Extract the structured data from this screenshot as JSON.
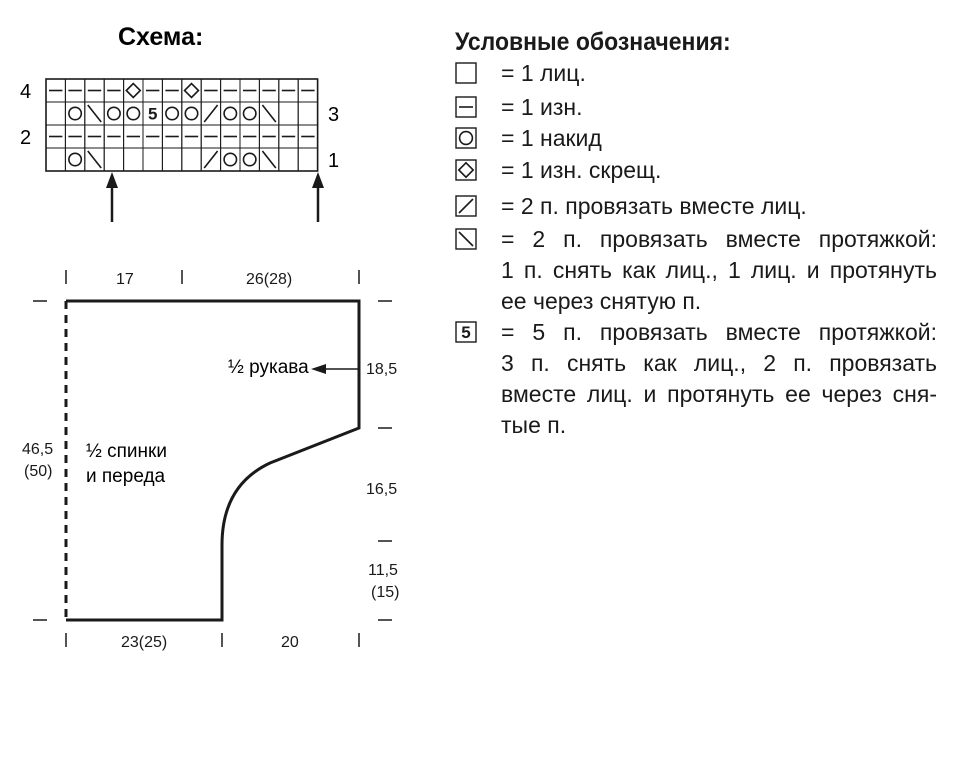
{
  "scheme": {
    "title": "Схема:",
    "row_numbers": [
      "4",
      "3",
      "2",
      "1"
    ],
    "rows": [
      [
        "dash",
        "dash",
        "dash",
        "dash",
        "diamond",
        "dash",
        "dash",
        "diamond",
        "dash",
        "dash",
        "dash",
        "dash",
        "dash",
        "dash"
      ],
      [
        "empty",
        "circle",
        "bslash",
        "circle",
        "circle",
        "five",
        "circle",
        "circle",
        "slash",
        "circle",
        "circle",
        "bslash",
        "empty",
        "empty"
      ],
      [
        "dash",
        "dash",
        "dash",
        "dash",
        "dash",
        "dash",
        "dash",
        "dash",
        "dash",
        "dash",
        "dash",
        "dash",
        "dash",
        "dash"
      ],
      [
        "empty",
        "circle",
        "bslash",
        "empty",
        "empty",
        "empty",
        "empty",
        "empty",
        "slash",
        "circle",
        "circle",
        "bslash",
        "empty",
        "empty"
      ]
    ],
    "five_label": "5"
  },
  "pattern": {
    "top_dims": [
      "17",
      "26(28)"
    ],
    "bottom_dims": [
      "23(25)",
      "20"
    ],
    "left_dim": [
      "46,5",
      "(50)"
    ],
    "right_dims": [
      "18,5",
      "16,5",
      "11,5",
      "(15)"
    ],
    "sleeve_label": "½ рукава",
    "body_label": [
      "½ спинки",
      "и переда"
    ]
  },
  "legend": {
    "title": "Условные обозначения:",
    "items": [
      {
        "icon": "empty-square-icon",
        "lines": [
          "= 1 лиц."
        ]
      },
      {
        "icon": "dash-square-icon",
        "lines": [
          "= 1 изн."
        ]
      },
      {
        "icon": "circle-square-icon",
        "lines": [
          "= 1 накид"
        ]
      },
      {
        "icon": "diamond-square-icon",
        "lines": [
          "= 1 изн. скрещ."
        ]
      },
      {
        "icon": "slash-square-icon",
        "lines": [
          "= 2 п. провязать вместе лиц."
        ]
      },
      {
        "icon": "backslash-square-icon",
        "lines": [
          "= 2 п. провязать вместе протяжкой:",
          "1 п. снять как лиц., 1 лиц. и протянуть",
          "ее через снятую п."
        ]
      },
      {
        "icon": "five-square-icon",
        "lines": [
          "= 5 п. провязать вместе протяжкой:",
          "3 п. снять как лиц., 2 п. провязать",
          "вместе лиц. и протянуть ее через сня-",
          "тые п."
        ]
      }
    ]
  }
}
